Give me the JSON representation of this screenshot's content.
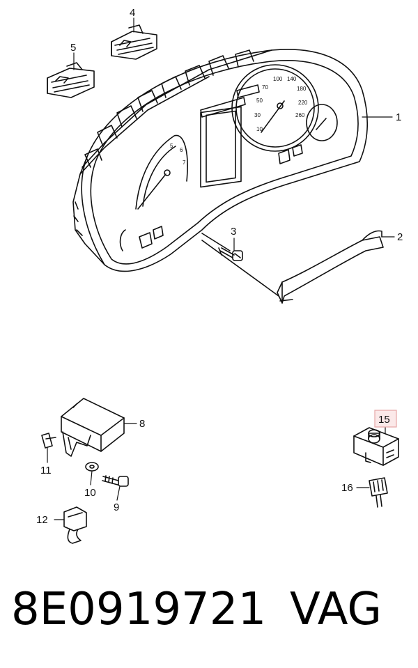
{
  "callouts": [
    {
      "id": "1",
      "text": "1"
    },
    {
      "id": "2",
      "text": "2"
    },
    {
      "id": "3",
      "text": "3"
    },
    {
      "id": "4",
      "text": "4"
    },
    {
      "id": "5",
      "text": "5"
    },
    {
      "id": "8",
      "text": "8"
    },
    {
      "id": "9",
      "text": "9"
    },
    {
      "id": "10",
      "text": "10"
    },
    {
      "id": "11",
      "text": "11"
    },
    {
      "id": "12",
      "text": "12"
    },
    {
      "id": "15",
      "text": "15",
      "highlighted": true
    },
    {
      "id": "16",
      "text": "16"
    }
  ],
  "gauges": {
    "speedo_ticks": [
      "10",
      "30",
      "50",
      "70",
      "100",
      "140",
      "180",
      "220",
      "260"
    ],
    "tacho_ticks": [
      "5",
      "6",
      "7"
    ]
  },
  "footer": {
    "part_number": "8E0919721",
    "brand": "VAG"
  },
  "colors": {
    "line": "#111111",
    "highlight_border": "#e6a6a6",
    "highlight_fill": "#fbe9e9",
    "background": "#ffffff"
  }
}
